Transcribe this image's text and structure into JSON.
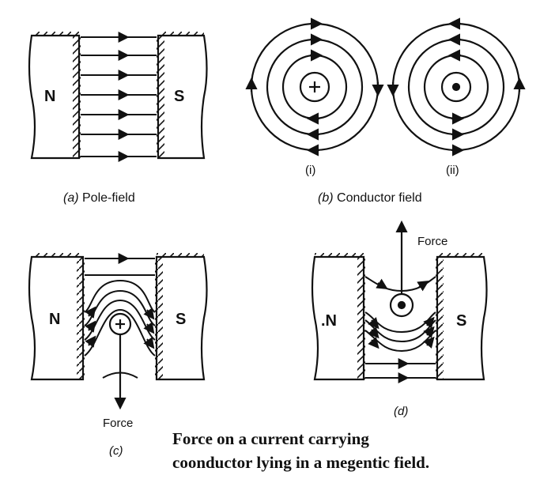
{
  "panels": {
    "a": {
      "caption_letter": "(a)",
      "caption_text": " Pole-field",
      "north_label": "N",
      "south_label": "S"
    },
    "b": {
      "caption_letter": "(b)",
      "caption_text": " Conductor field",
      "sub_i": "(i)",
      "sub_ii": "(ii)"
    },
    "c": {
      "north_label": "N",
      "south_label": "S",
      "force_label": "Force",
      "caption_letter": "(c)"
    },
    "d": {
      "north_label": ".N",
      "south_label": "S",
      "force_label": "Force",
      "caption_letter": "(d)"
    }
  },
  "caption": {
    "line1": "Force on a current carrying",
    "line2": "coonductor lying in a megentic field."
  },
  "colors": {
    "ink": "#111111",
    "background": "#ffffff"
  }
}
